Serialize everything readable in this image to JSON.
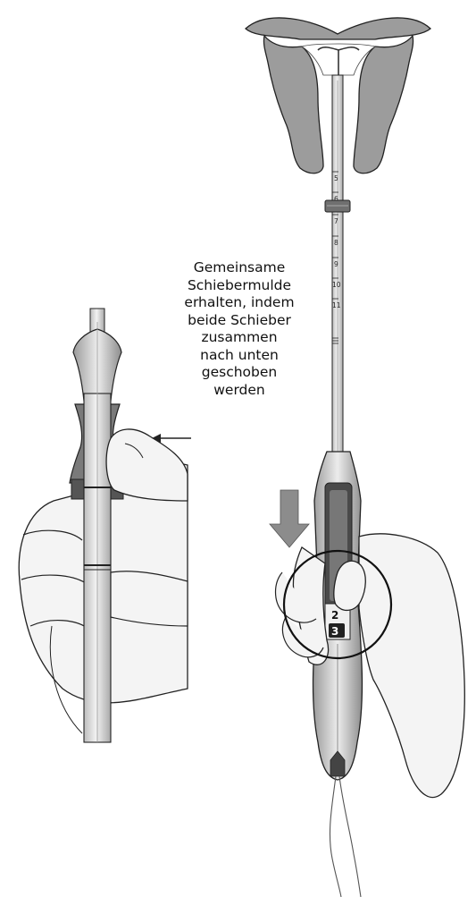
{
  "instruction": {
    "lines": [
      "Gemeinsame",
      "Schiebermulde",
      "erhalten, indem",
      "beide Schieber",
      "zusammen",
      "nach unten",
      "geschoben",
      "werden"
    ]
  },
  "tube_scale": [
    "5",
    "6",
    "7",
    "8",
    "9",
    "10",
    "11"
  ],
  "slider_numbers": [
    "2",
    "3"
  ],
  "colors": {
    "tissue": "#9c9c9c",
    "device": "#d8d8d8",
    "outline": "#222222",
    "glove": "#f4f4f4"
  }
}
